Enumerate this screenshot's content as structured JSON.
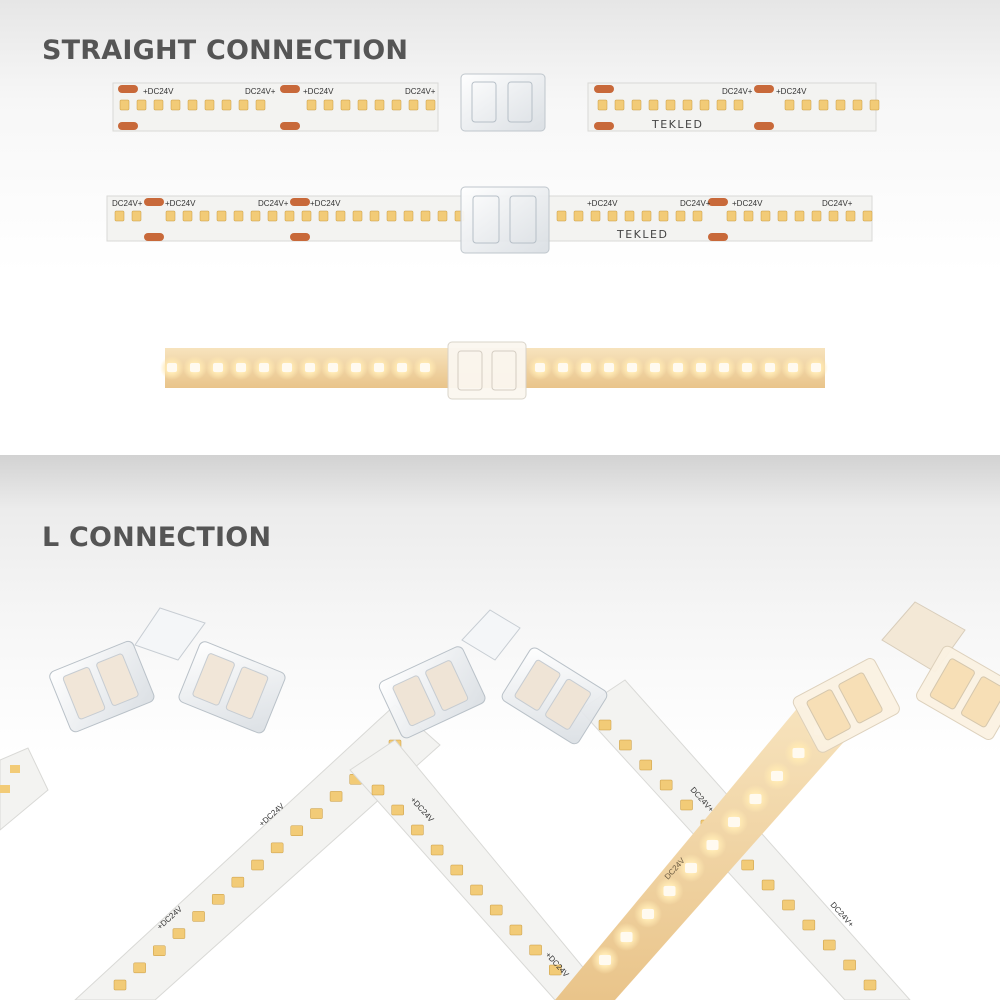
{
  "sections": {
    "straight": {
      "title": "STRAIGHT CONNECTION"
    },
    "l": {
      "title": "L CONNECTION"
    }
  },
  "strip_markings": {
    "voltage": "DC24V",
    "voltage_pos": "+DC24V",
    "voltage_neg": "DC24V+",
    "brand": "TEKLED"
  },
  "colors": {
    "heading": "#555555",
    "led_warm": "#f2cb77",
    "pad_copper": "#c8693a",
    "pcb_white": "#f3f3f1",
    "glow": "#ffe7b0"
  }
}
